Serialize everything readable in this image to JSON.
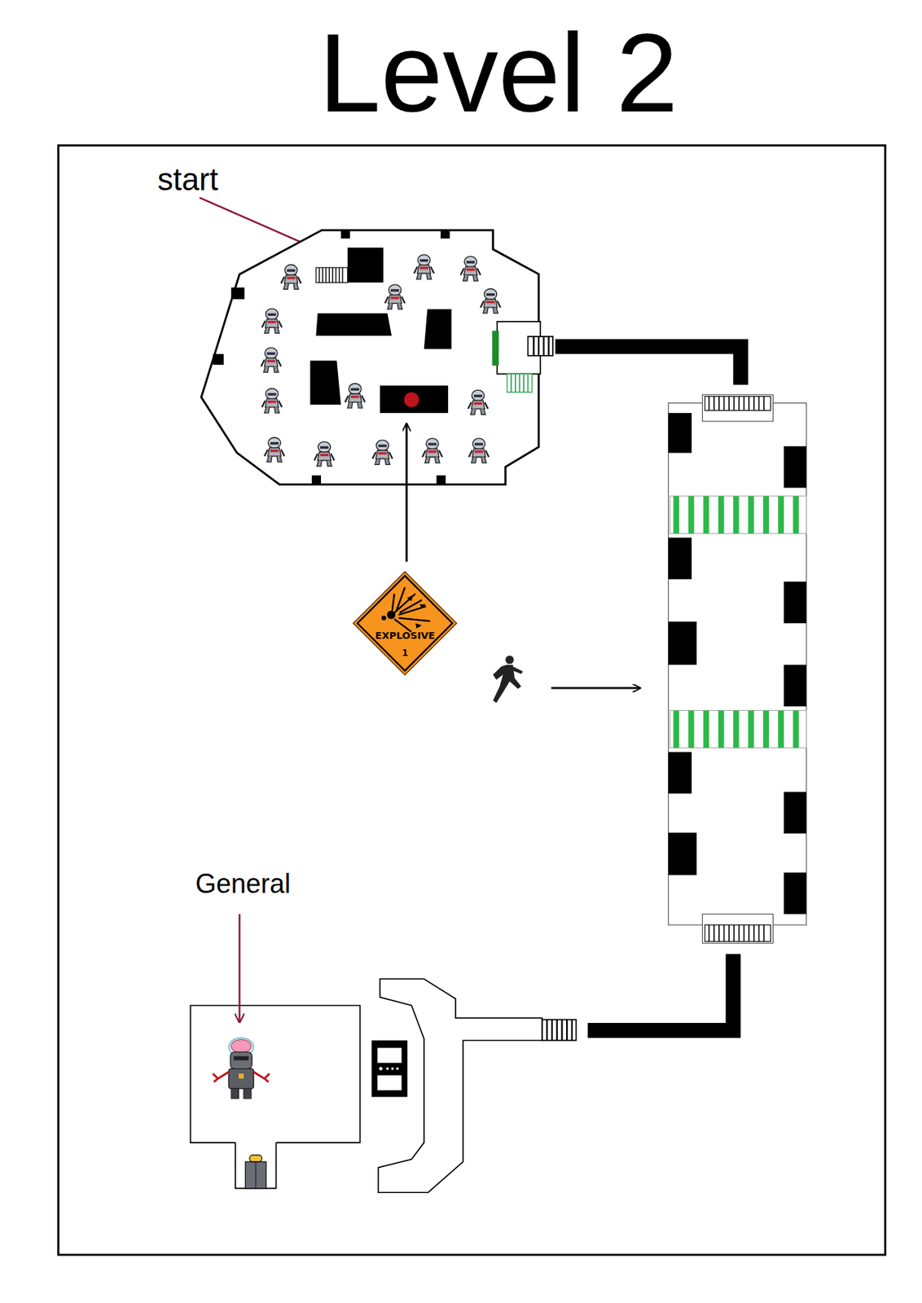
{
  "diagram": {
    "title": "Level 2",
    "nodes": [
      {
        "text": [
          "EXPLOSIVE",
          "1"
        ]
      }
    ],
    "labels": [
      "start",
      "General"
    ]
  }
}
